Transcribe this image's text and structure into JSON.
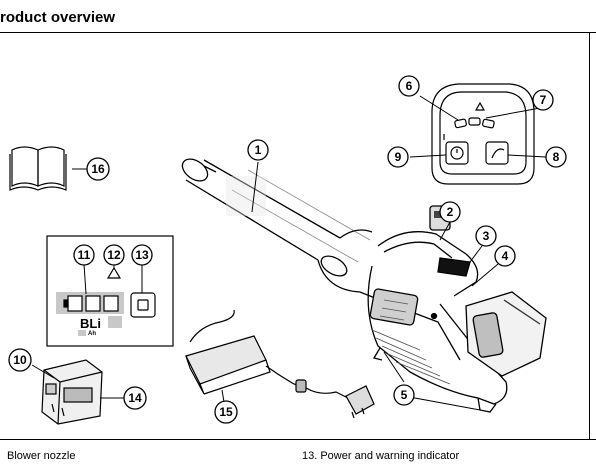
{
  "header": {
    "title": "roduct overview"
  },
  "callouts": [
    "1",
    "2",
    "3",
    "4",
    "5",
    "6",
    "7",
    "8",
    "9",
    "10",
    "11",
    "12",
    "13",
    "14",
    "15",
    "16"
  ],
  "battery_label": {
    "brand": "BLi",
    "unit": "Ah"
  },
  "legend": {
    "left_item": "Blower nozzle",
    "right_item": "13. Power and warning indicator"
  }
}
